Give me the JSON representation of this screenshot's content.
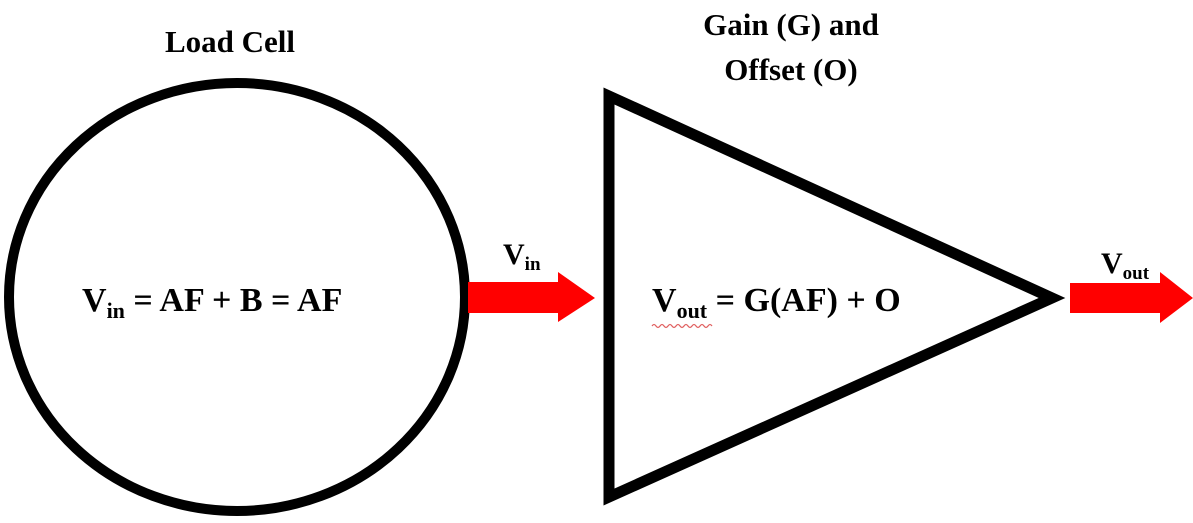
{
  "load_cell": {
    "title": "Load Cell",
    "eq_v": "V",
    "eq_sub": "in",
    "eq_rest": " = AF + B = AF"
  },
  "amplifier": {
    "title_line1": "Gain (G) and",
    "title_line2": "Offset (O)",
    "eq_v": "V",
    "eq_sub": "out",
    "eq_rest": " = G(AF) + O"
  },
  "input_arrow": {
    "label_v": "V",
    "label_sub": "in"
  },
  "output_arrow": {
    "label_v": "V",
    "label_sub": "out"
  },
  "colors": {
    "stroke": "#000000",
    "arrow": "#ff0000",
    "spellcheck": "#e06060"
  }
}
